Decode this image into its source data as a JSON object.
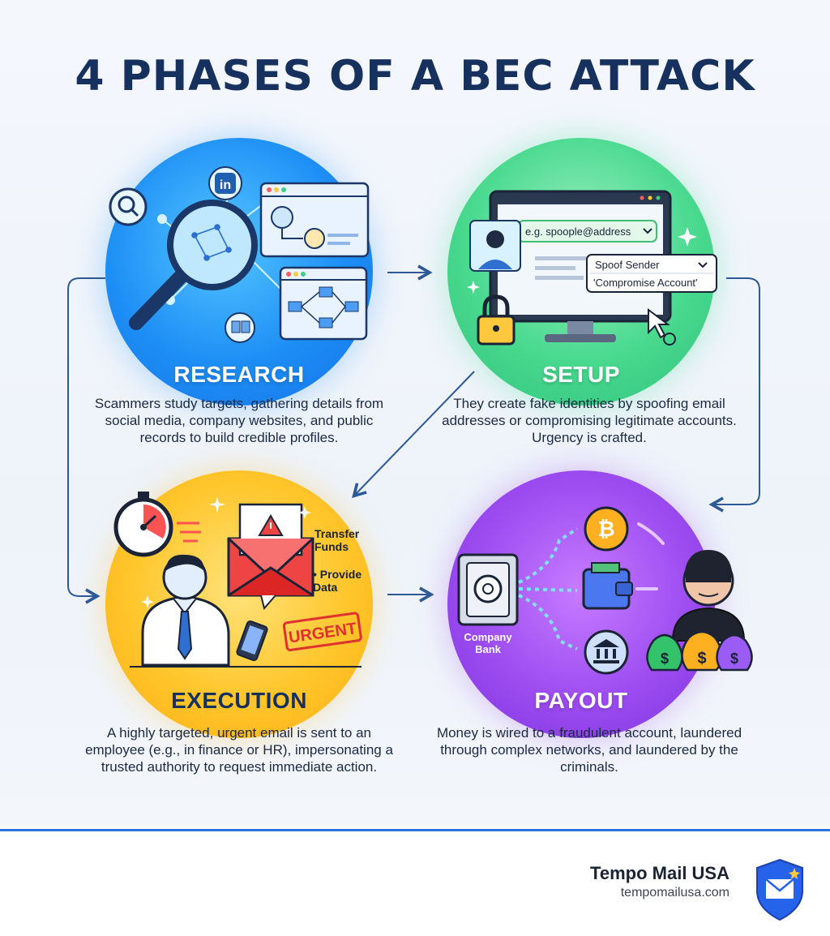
{
  "title": "4 PHASES OF A BEC ATTACK",
  "phases": [
    {
      "name": "RESEARCH",
      "description": "Scammers study targets, gathering details from social media, company websites, and public records to build credible profiles."
    },
    {
      "name": "SETUP",
      "description": "They create fake identities by spoofing email addresses or compromising legitimate accounts. Urgency is crafted."
    },
    {
      "name": "EXECUTION",
      "description": "A highly targeted, urgent email is sent to an employee (e.g., in finance or HR), impersonating a trusted authority to request immediate action."
    },
    {
      "name": "PAYOUT",
      "description": "Money is wired to a fraudulent account, laundered through complex networks, and laundered by the criminals."
    }
  ],
  "research": {
    "linkedin_label": "in"
  },
  "setup": {
    "email_field": "e.g. spoople@address",
    "spoof_sender": "Spoof Sender",
    "compromise_account": "'Compromise Account'"
  },
  "execution": {
    "item1": "Transfer Funds",
    "item2": "• Provide Data",
    "stamp": "URGENT"
  },
  "payout": {
    "bank_label": "Company Bank"
  },
  "footer": {
    "brand": "Tempo Mail USA",
    "url": "tempomailusa.com"
  },
  "colors": {
    "title": "#17315f",
    "research": "#1d8ef5",
    "setup": "#49d98f",
    "execution": "#ffc62b",
    "payout": "#9d4cf0",
    "arrows": "#2d5a96",
    "footer_rule": "#2b74d9"
  },
  "icons": [
    "magnifier-icon",
    "linkedin-icon",
    "network-icon",
    "monitor-icon",
    "lock-icon",
    "cursor-icon",
    "stopwatch-icon",
    "envelope-warning-icon",
    "phone-icon",
    "safe-icon",
    "bitcoin-icon",
    "wallet-icon",
    "bank-icon",
    "hacker-icon",
    "money-bag-icon",
    "shield-envelope-icon"
  ]
}
